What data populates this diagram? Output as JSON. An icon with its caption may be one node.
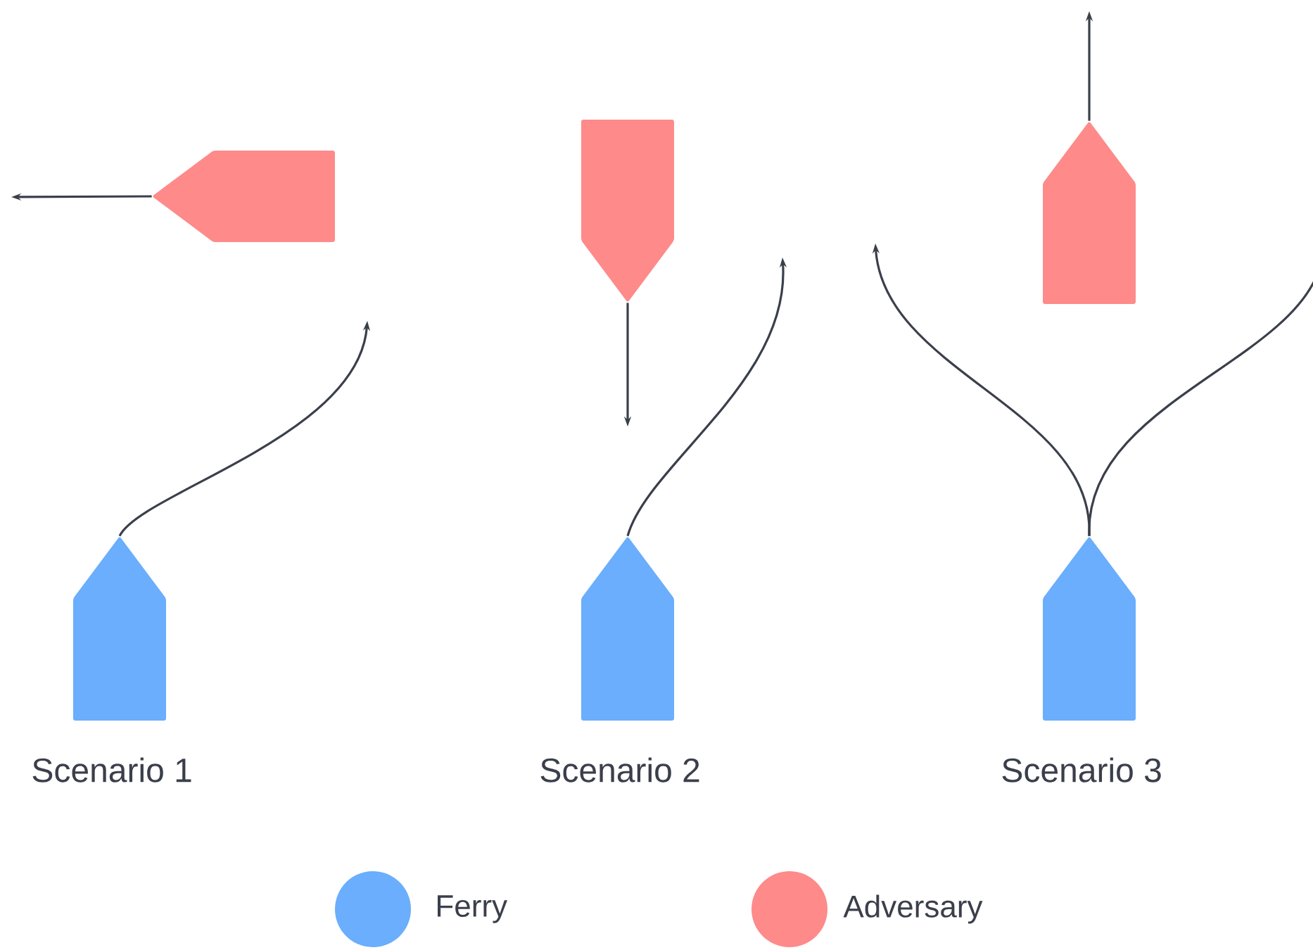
{
  "diagram": {
    "nodes": [
      {
        "text": [],
        "shape": "boat"
      },
      {
        "text": [],
        "shape": "boat"
      },
      {
        "text": [],
        "shape": "boat"
      },
      {
        "text": [],
        "shape": "boat"
      },
      {
        "text": [],
        "shape": "boat"
      },
      {
        "text": [],
        "shape": "boat"
      }
    ],
    "edges": [
      {
        "from": 0,
        "to": null,
        "arrow": "to"
      },
      {
        "from": 1,
        "to": null,
        "arrow": "to"
      },
      {
        "from": 2,
        "to": null,
        "arrow": "to"
      },
      {
        "from": 3,
        "to": null,
        "arrow": "to"
      },
      {
        "from": 4,
        "to": null,
        "arrow": "to"
      },
      {
        "from": 5,
        "to": null,
        "arrow": "to"
      },
      {
        "from": 5,
        "to": null,
        "arrow": "none"
      }
    ],
    "labels": [
      "Scenario 1",
      "Scenario 2",
      "Scenario 3"
    ],
    "legend": [
      {
        "text": "Ferry",
        "color": "#6aaefd"
      },
      {
        "text": "Adversary",
        "color": "#fe8a8a"
      }
    ]
  }
}
